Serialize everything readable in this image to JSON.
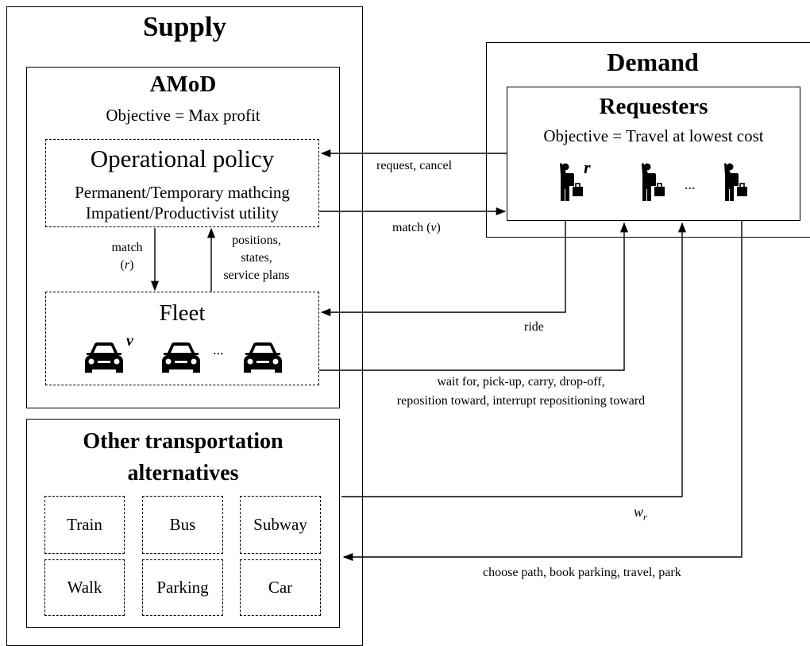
{
  "supply": {
    "title": "Supply",
    "amod": {
      "title": "AMoD",
      "objective": "Objective = Max profit",
      "policy": {
        "title": "Operational policy",
        "line1": "Permanent/Temporary mathcing",
        "line2": "Impatient/Productivist utility"
      },
      "fleet": {
        "title": "Fleet",
        "vehicle_label": "v",
        "ellipsis": "..."
      },
      "match_label_line1": "match",
      "match_label_line2": "(r)",
      "feedback_label": [
        "positions,",
        "states,",
        "service plans"
      ]
    },
    "alternatives": {
      "title_line1": "Other transportation",
      "title_line2": "alternatives",
      "modes": [
        "Train",
        "Bus",
        "Subway",
        "Walk",
        "Parking",
        "Car"
      ]
    }
  },
  "demand": {
    "title": "Demand",
    "requesters": {
      "title": "Requesters",
      "objective": "Objective = Travel at lowest cost",
      "person_label": "r",
      "ellipsis": "..."
    }
  },
  "edges": {
    "request_cancel": "request, cancel",
    "match_v": "match (v)",
    "ride": "ride",
    "fleet_actions_line1": "wait for, pick-up, carry, drop-off,",
    "fleet_actions_line2": "reposition toward, interrupt repositioning toward",
    "w_r": "w",
    "w_r_sub": "r",
    "choose": "choose path, book parking, travel, park"
  }
}
